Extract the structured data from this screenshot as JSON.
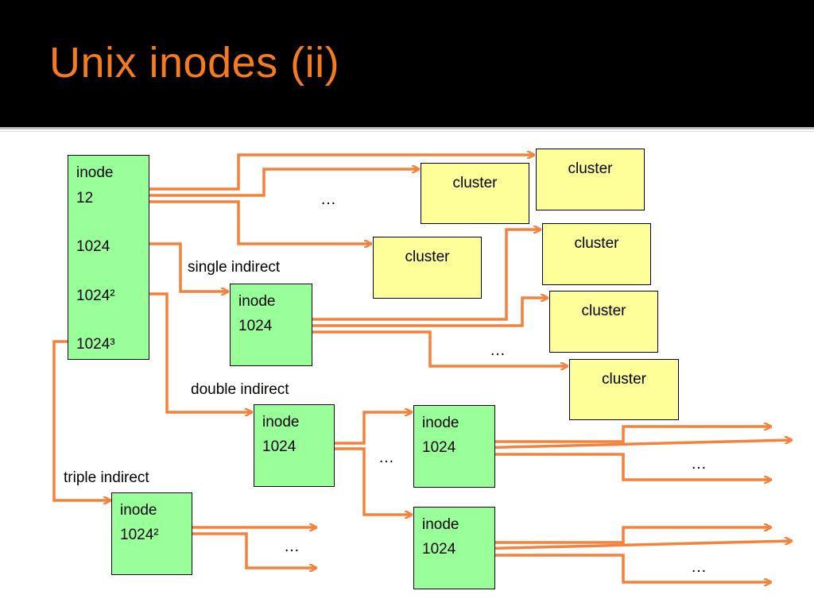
{
  "slide": {
    "title": "Unix inodes (ii)"
  },
  "colors": {
    "title": "#f47b20",
    "arrow": "#f4823c",
    "inode_fill": "#99ff99",
    "cluster_fill": "#ffff99",
    "header_bg": "#000000"
  },
  "main_inode": {
    "title": "inode",
    "rows": [
      "12",
      "1024",
      "1024²",
      "1024³"
    ]
  },
  "labels": {
    "single": "single indirect",
    "double": "double indirect",
    "triple": "triple indirect"
  },
  "single_inode": {
    "title": "inode",
    "count": "1024"
  },
  "double_inode": {
    "title": "inode",
    "count": "1024"
  },
  "double_child_top": {
    "title": "inode",
    "count": "1024"
  },
  "double_child_bottom": {
    "title": "inode",
    "count": "1024"
  },
  "triple_inode": {
    "title": "inode",
    "count": "1024²"
  },
  "clusters": {
    "label": "cluster"
  },
  "ellipsis": "…"
}
